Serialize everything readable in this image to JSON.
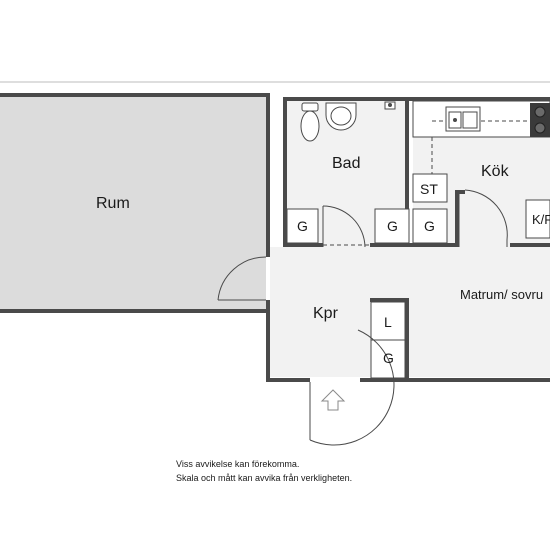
{
  "rooms": {
    "rum": "Rum",
    "bad": "Bad",
    "kok": "Kök",
    "matrum": "Matrum/ sovru",
    "kpr": "Kpr"
  },
  "fixtures": {
    "st": "ST",
    "kf": "K/F",
    "g_left": "G",
    "g_mid1": "G",
    "g_mid2": "G",
    "g_kpr": "G",
    "l_kpr": "L"
  },
  "notes": {
    "line1": "Viss avvikelse kan förekomma.",
    "line2": "Skala och mått kan avvika från verkligheten."
  },
  "colors": {
    "wall": "#4a4a4a",
    "floor_shaded": "#dcdcdc",
    "floor_light": "#f2f2f2",
    "background": "#ffffff"
  }
}
